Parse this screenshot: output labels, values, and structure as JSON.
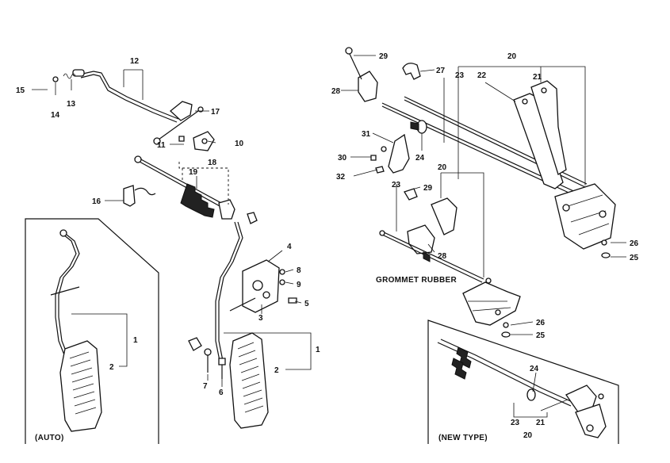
{
  "captions": {
    "auto": "(AUTO)",
    "new_type": "(NEW TYPE)",
    "grommet": "GROMMET RUBBER"
  },
  "callouts": {
    "c1a": "1",
    "c1b": "1",
    "c2a": "2",
    "c2b": "2",
    "c3": "3",
    "c4": "4",
    "c5": "5",
    "c6": "6",
    "c7": "7",
    "c8": "8",
    "c9": "9",
    "c10": "10",
    "c11": "11",
    "c12": "12",
    "c13": "13",
    "c14": "14",
    "c15": "15",
    "c16": "16",
    "c17": "17",
    "c18": "18",
    "c19": "19",
    "c20a": "20",
    "c20b": "20",
    "c20c": "20",
    "c21a": "21",
    "c21b": "21",
    "c22": "22",
    "c23a": "23",
    "c23b": "23",
    "c23c": "23",
    "c24a": "24",
    "c24b": "24",
    "c25a": "25",
    "c25b": "25",
    "c26a": "26",
    "c26b": "26",
    "c27": "27",
    "c28a": "28",
    "c28b": "28",
    "c29a": "29",
    "c29b": "29",
    "c30": "30",
    "c31": "31",
    "c32": "32"
  }
}
